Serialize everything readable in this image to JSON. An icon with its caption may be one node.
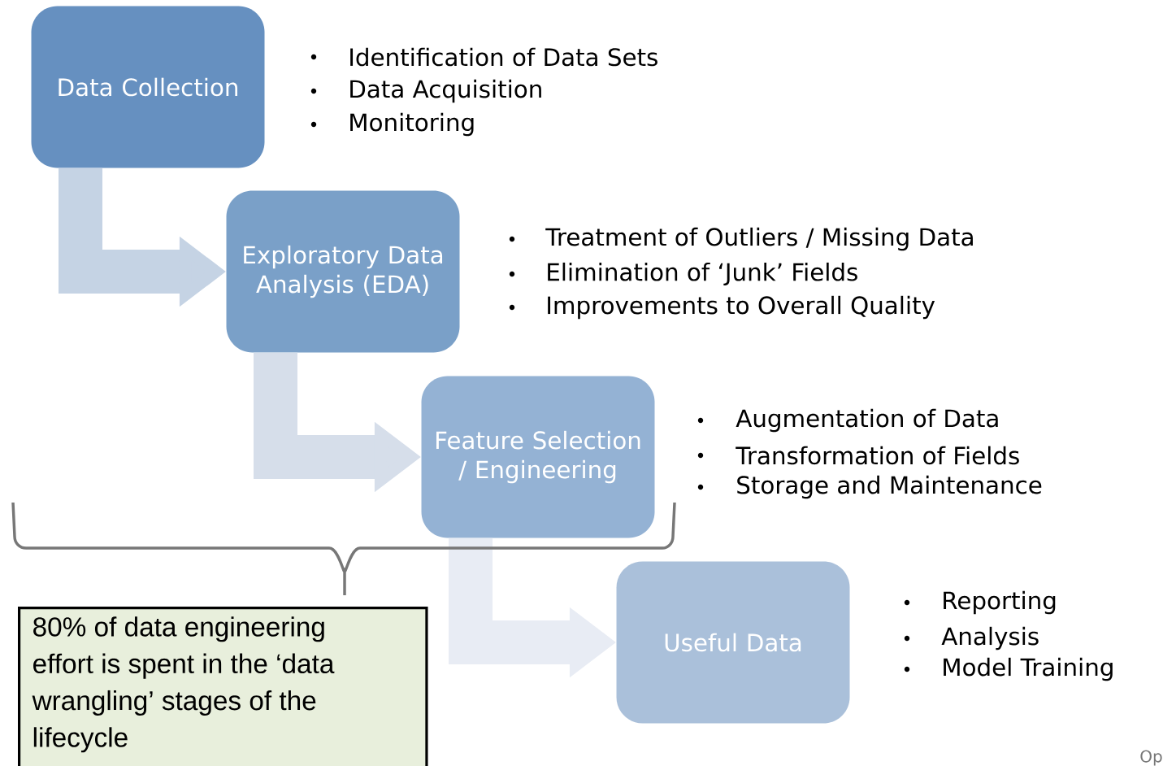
{
  "diagram": {
    "nodes": [
      {
        "text": [
          "Data Collection"
        ],
        "beside": [
          "Identification of Data Sets",
          "Data Acquisition",
          "Monitoring"
        ]
      },
      {
        "text": [
          "Exploratory Data Analysis (EDA)"
        ],
        "beside": [
          "Treatment of Outliers / Missing Data",
          "Elimination of ‘Junk’ Fields",
          "Improvements to Overall Quality"
        ]
      },
      {
        "text": [
          "Feature Selection / Engineering"
        ],
        "beside": [
          "Augmentation of Data",
          "Transformation of Fields",
          "Storage and Maintenance"
        ]
      },
      {
        "text": [
          "Useful Data"
        ],
        "beside": [
          "Reporting",
          "Analysis",
          "Model Training"
        ]
      },
      {
        "text": [
          "80% of data engineering effort is spent in the ‘data wrangling’ stages of the lifecycle"
        ]
      }
    ],
    "edges": [
      {
        "from": 0,
        "to": 1,
        "arrow": "to",
        "color": "#c5d3e4"
      },
      {
        "from": 1,
        "to": 2,
        "arrow": "to",
        "color": "#d6deea"
      },
      {
        "from": 2,
        "to": 3,
        "arrow": "to",
        "color": "#e8ecf4"
      }
    ],
    "labels": [
      "Op"
    ]
  }
}
